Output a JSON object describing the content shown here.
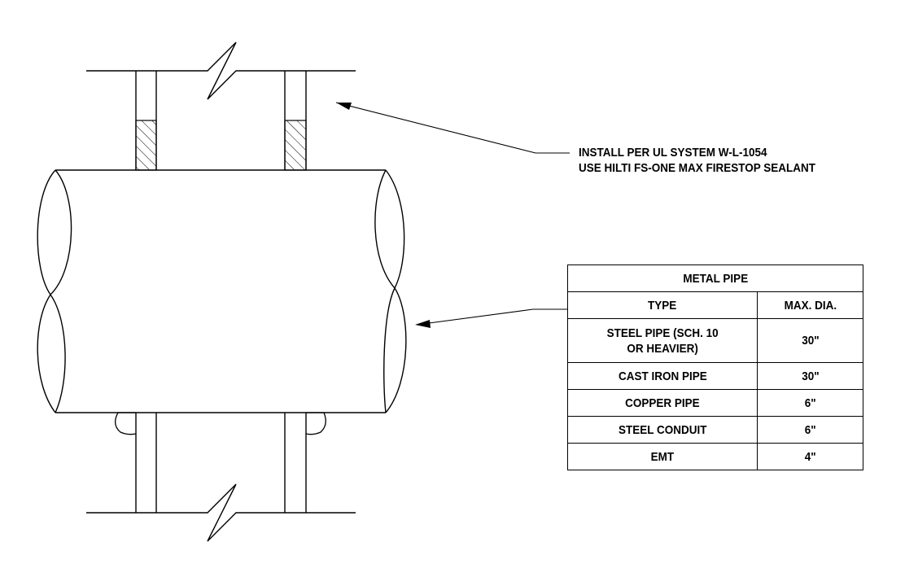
{
  "note": {
    "line1": "INSTALL PER UL SYSTEM W-L-1054",
    "line2": "USE HILTI FS-ONE MAX FIRESTOP SEALANT"
  },
  "table": {
    "title": "METAL PIPE",
    "headers": [
      "TYPE",
      "MAX. DIA."
    ],
    "rows": [
      {
        "type": "STEEL PIPE (SCH. 10 OR HEAVIER)",
        "type_line1": "STEEL PIPE (SCH. 10",
        "type_line2": "OR HEAVIER)",
        "dia": "30\""
      },
      {
        "type": "CAST IRON PIPE",
        "dia": "30\""
      },
      {
        "type": "COPPER PIPE",
        "dia": "6\""
      },
      {
        "type": "STEEL CONDUIT",
        "dia": "6\""
      },
      {
        "type": "EMT",
        "dia": "4\""
      }
    ]
  },
  "colors": {
    "line": "#000000",
    "background": "#ffffff"
  }
}
